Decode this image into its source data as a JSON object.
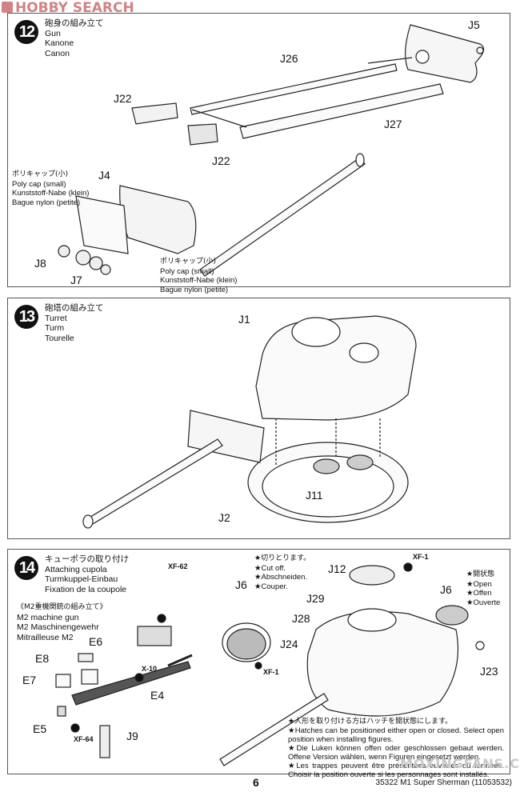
{
  "watermark": {
    "text": "HOBBY SEARCH",
    "icon": "hobby-search-logo-icon",
    "color": "#c45a5a"
  },
  "steps": [
    {
      "number": "12",
      "title_jp": "砲身の組み立て",
      "title_en": "Gun",
      "title_de": "Kanone",
      "title_fr": "Canon",
      "labels": [
        "J5",
        "J26",
        "J22",
        "J27",
        "J22",
        "J4",
        "J8",
        "J7"
      ],
      "polycap_note_1": {
        "jp": "ポリキャップ(小)",
        "en": "Poly cap (small)",
        "de": "Kunststoff-Nabe (klein)",
        "fr": "Bague nylon (petite)"
      },
      "polycap_note_2": {
        "jp": "ポリキャップ(小)",
        "en": "Poly cap (small)",
        "de": "Kunststoff-Nabe (klein)",
        "fr": "Bague nylon (petite)"
      }
    },
    {
      "number": "13",
      "title_jp": "砲塔の組み立て",
      "title_en": "Turret",
      "title_de": "Turm",
      "title_fr": "Tourelle",
      "labels": [
        "J1",
        "J11",
        "J2"
      ]
    },
    {
      "number": "14",
      "title_jp": "キューポラの取り付け",
      "title_en": "Attaching cupola",
      "title_de": "Turmkuppel-Einbau",
      "title_fr": "Fixation de la coupole",
      "subassembly": {
        "jp": "《M2重機関銃の組み立て》",
        "en": "M2 machine gun",
        "de": "M2 Maschinengewehr",
        "fr": "Mitrailleuse M2"
      },
      "labels": [
        "E6",
        "E8",
        "E7",
        "E5",
        "E4",
        "J9",
        "J6",
        "J12",
        "J29",
        "J28",
        "J24",
        "J6",
        "J23"
      ],
      "paints": [
        "XF-62",
        "X-10",
        "XF-64",
        "XF-1",
        "XF-1"
      ],
      "cut_note": {
        "jp": "★切りとります。",
        "en": "★Cut off.",
        "de": "★Abschneiden.",
        "fr": "★Couper."
      },
      "open_note": {
        "jp": "★開状態",
        "en": "★Open",
        "de": "★Offen",
        "fr": "★Ouverte"
      },
      "hatch_note": {
        "jp": "★人形を取り付ける方はハッチを開状態にします。",
        "en": "★Hatches can be positioned either open or closed. Select open position when installing figures.",
        "de": "★Die Luken können offen oder geschlossen gebaut werden. Offene Version wählen, wenn Figuren eingesetzt werden.",
        "fr": "★Les trappes peuvent être présentées ouvertes ou fermées. Choisir la position ouverte si les personnages sont installés."
      }
    }
  ],
  "page_number": "6",
  "footer": "35322 M1 Super Sherman (11053532)",
  "watermark2": "MOXINGFANS.COM"
}
